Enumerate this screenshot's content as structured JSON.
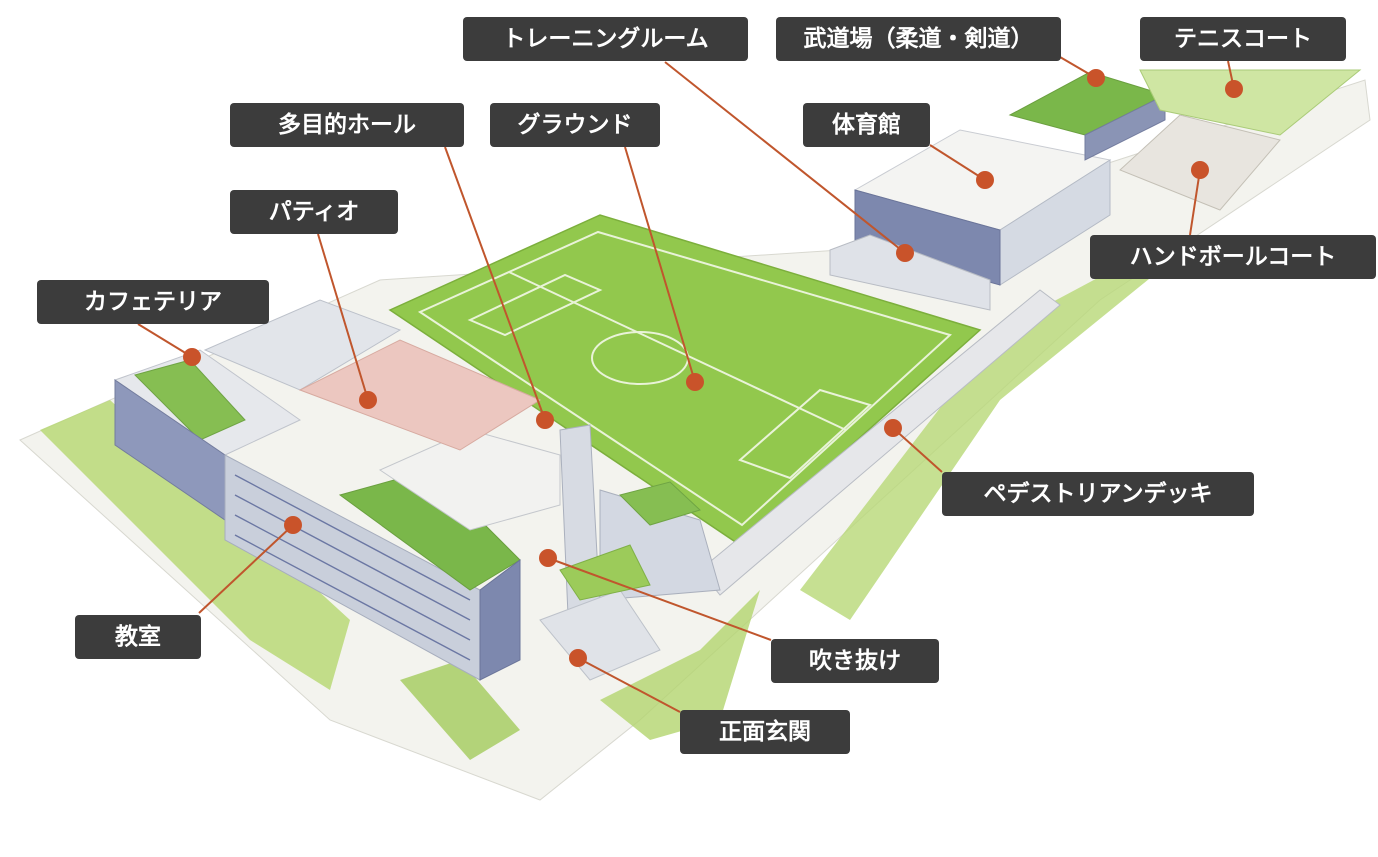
{
  "colors": {
    "label_bg": "#3c3c3c",
    "label_text": "#ffffff",
    "leader_line": "#c0562d",
    "marker_dot": "#c9532a",
    "field_green": "#8fc84a",
    "roof_green": "#7ab74a",
    "building_wall": "#d9dde4",
    "building_window": "#6b77a3",
    "tree_green": "#a8cf5e",
    "patio_pink": "#ecc7c0"
  },
  "labels": {
    "training_room": "トレーニングルーム",
    "budo": "武道場（柔道・剣道）",
    "tennis_court": "テニスコート",
    "multipurpose_hall": "多目的ホール",
    "ground": "グラウンド",
    "gymnasium": "体育館",
    "patio": "パティオ",
    "handball_court": "ハンドボールコート",
    "cafeteria": "カフェテリア",
    "pedestrian_deck": "ペデストリアンデッキ",
    "classroom": "教室",
    "atrium": "吹き抜け",
    "main_entrance": "正面玄関"
  }
}
